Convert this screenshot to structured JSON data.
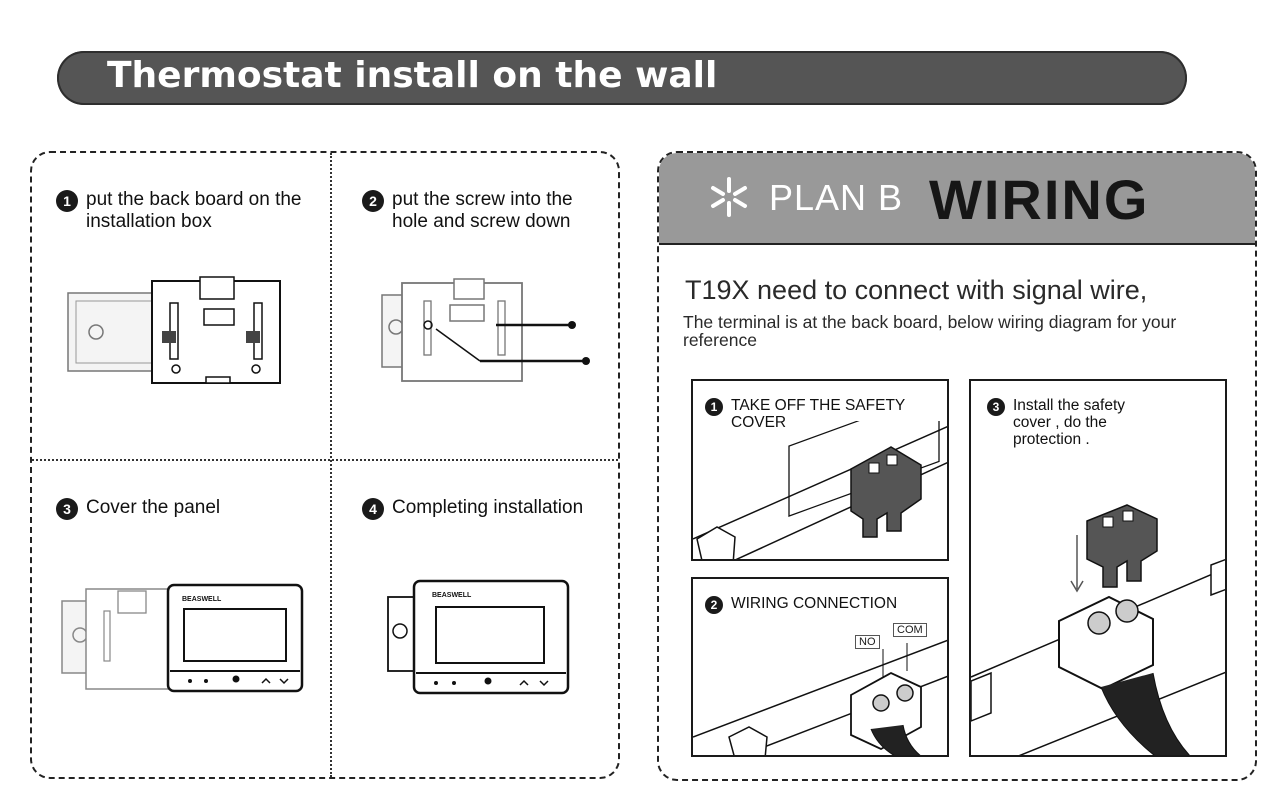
{
  "banner": {
    "title": "Thermostat install on the wall"
  },
  "install_steps": [
    {
      "num": "1",
      "text": "put the back board on the installation box"
    },
    {
      "num": "2",
      "text": "put the screw into the hole and screw down"
    },
    {
      "num": "3",
      "text": "Cover the panel"
    },
    {
      "num": "4",
      "text": "Completing installation"
    }
  ],
  "device": {
    "brand": "BEASWELL"
  },
  "plan": {
    "label": "PLAN B",
    "title": "WIRING",
    "description_title": "T19X need to connect with signal wire,",
    "description_text": "The terminal is at the back board, below wiring diagram for your reference"
  },
  "wiring_steps": [
    {
      "num": "1",
      "text": "TAKE OFF THE SAFETY COVER"
    },
    {
      "num": "2",
      "text": "WIRING CONNECTION"
    },
    {
      "num": "3",
      "text": "Install the safety cover , do the protection ."
    }
  ],
  "terminal_labels": {
    "no": "NO",
    "com": "COM"
  },
  "colors": {
    "banner": "#555555",
    "header": "#999999",
    "ink": "#1a1a1a"
  }
}
